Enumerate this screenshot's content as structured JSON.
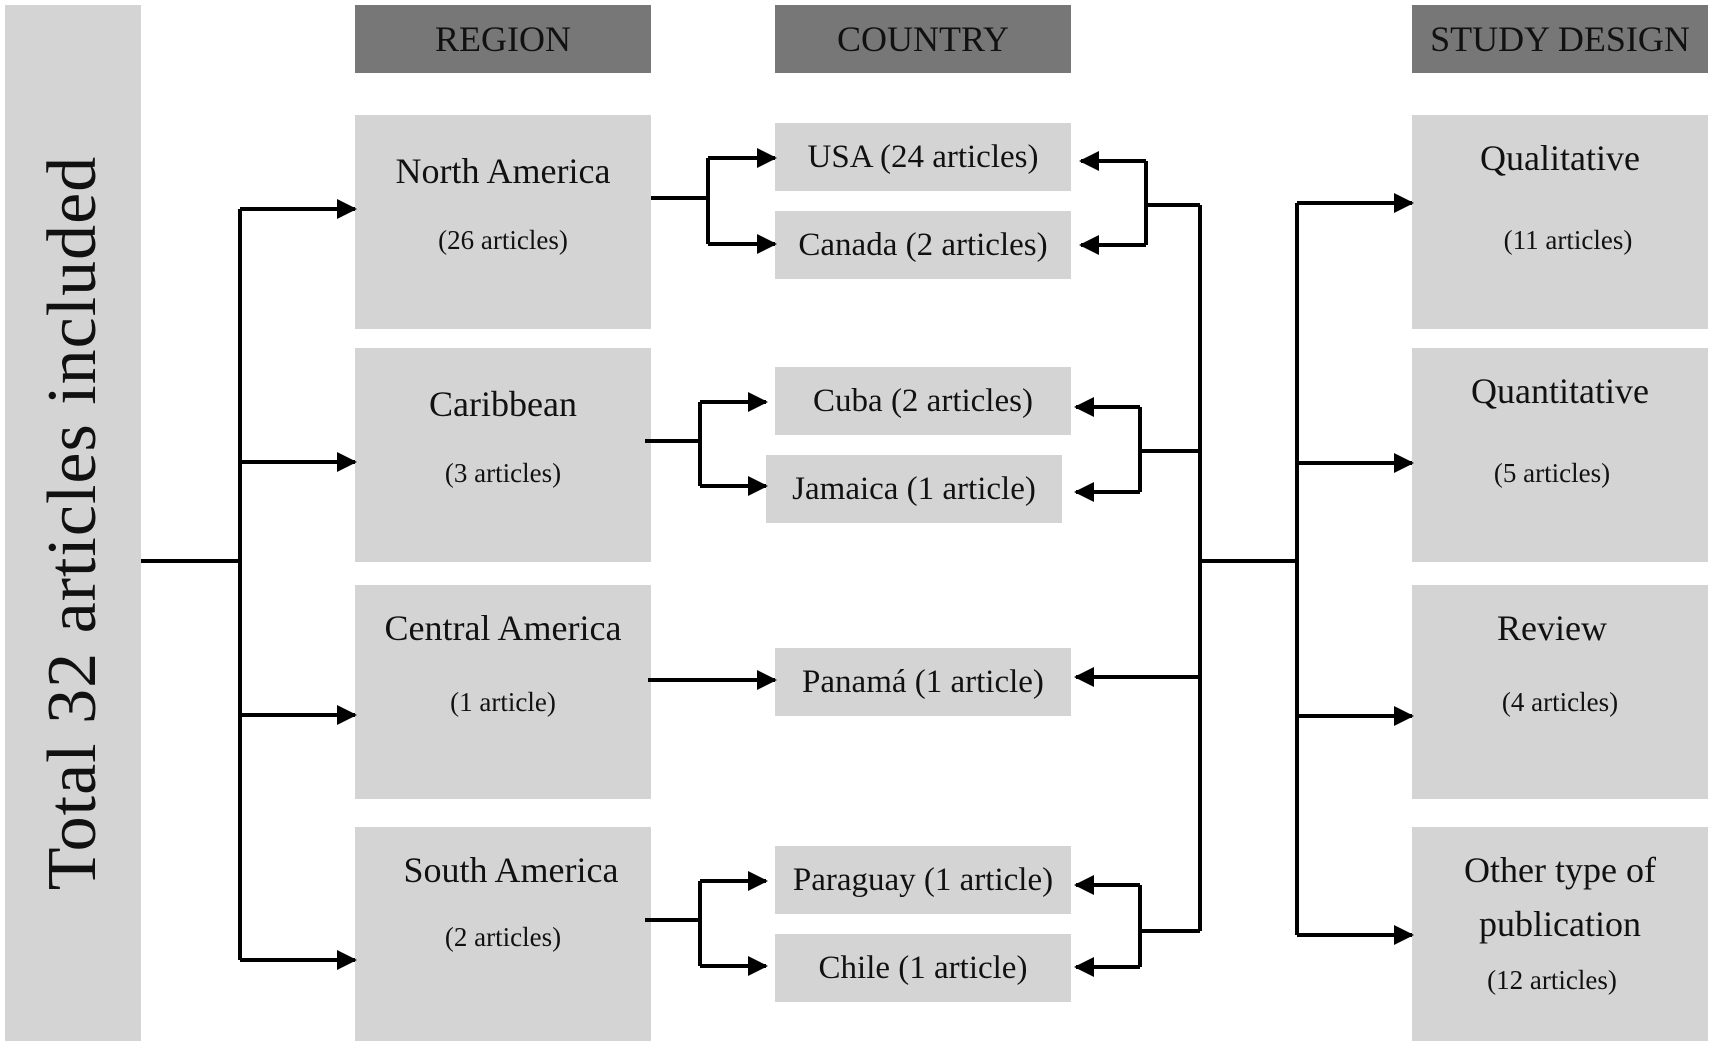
{
  "total_label": "Total 32 articles  included",
  "headers": {
    "region": "REGION",
    "country": "COUNTRY",
    "study_design": "STUDY DESIGN"
  },
  "regions": [
    {
      "name": "North America",
      "count": "(26 articles)"
    },
    {
      "name": "Caribbean",
      "count": "(3 articles)"
    },
    {
      "name": "Central America",
      "count": "(1 article)"
    },
    {
      "name": "South America",
      "count": "(2 articles)"
    }
  ],
  "countries": [
    "USA (24 articles)",
    "Canada (2 articles)",
    "Cuba (2 articles)",
    "Jamaica (1 article)",
    "Panamá (1 article)",
    "Paraguay (1 article)",
    "Chile (1 article)"
  ],
  "designs": [
    {
      "name": "Qualitative",
      "count": "(11 articles)"
    },
    {
      "name": "Quantitative",
      "count": "(5 articles)"
    },
    {
      "name": "Review",
      "count": "(4 articles)"
    },
    {
      "name_line1": "Other type of",
      "name_line2": "publication",
      "count": "(12 articles)"
    }
  ],
  "colors": {
    "box_fill": "#d4d4d4",
    "header_fill": "#777777",
    "line": "#000000"
  }
}
